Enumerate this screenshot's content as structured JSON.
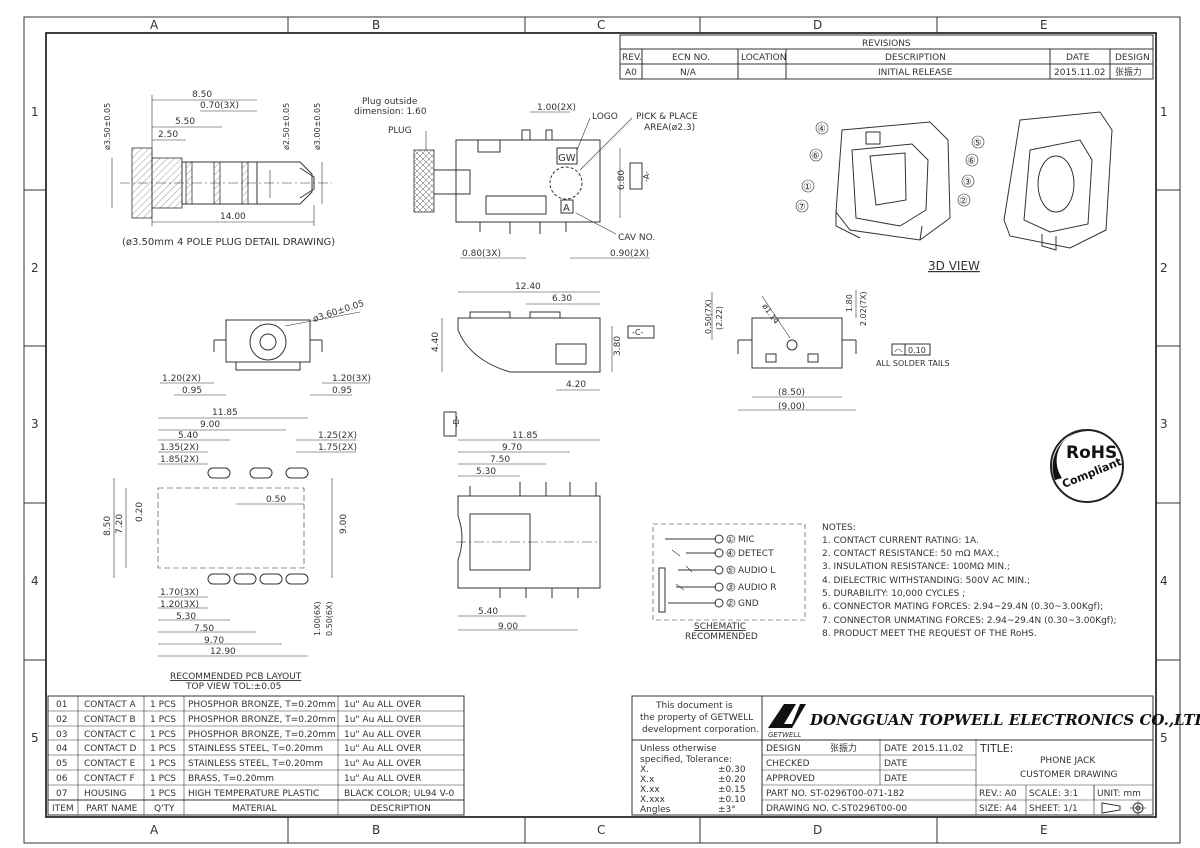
{
  "grid": {
    "columns": [
      "A",
      "B",
      "C",
      "D",
      "E"
    ],
    "rows": [
      "1",
      "2",
      "3",
      "4",
      "5"
    ]
  },
  "revisions": {
    "title": "REVISIONS",
    "headers": {
      "rev": "REV.",
      "ecn": "ECN NO.",
      "location": "LOCATION",
      "description": "DESCRIPTION",
      "date": "DATE",
      "design": "DESIGN"
    },
    "row": {
      "rev": "A0",
      "ecn": "N/A",
      "location": "",
      "description": "INITIAL RELEASE",
      "date": "2015.11.02",
      "design": "张振力"
    }
  },
  "plug_detail": {
    "dims": [
      "8.50",
      "0.70(3X)",
      "5.50",
      "2.50",
      "14.00",
      "ø3.50±0.05",
      "ø2.50±0.05",
      "ø3.00±0.05"
    ],
    "caption": "(ø3.50mm 4 POLE PLUG DETAIL DRAWING)"
  },
  "side_view": {
    "plug_outside": "Plug outside",
    "plug_dimension": "dimension: 1.60",
    "plug": "PLUG",
    "dim_1_00": "1.00(2X)",
    "logo": "LOGO",
    "pick_place_1": "PICK & PLACE",
    "pick_place_2": "AREA(ø2.3)",
    "logo_mark": "GW",
    "cav_mark": "A",
    "dim_6_80": "6.80",
    "datum_a": "-A-",
    "cav_no": "CAV NO.",
    "dim_0_80": "0.80(3X)",
    "dim_0_90": "0.90(2X)"
  },
  "view_3d": {
    "label": "3D VIEW",
    "callouts": [
      "④",
      "⑤",
      "⑥",
      "⑥",
      "③",
      "①",
      "②",
      "⑦"
    ]
  },
  "front_view": {
    "dim_3_60": "ø3.60±0.05",
    "dim_1_20a": "1.20(2X)",
    "dim_0_95a": "0.95",
    "dim_1_20b": "1.20(3X)",
    "dim_0_95b": "0.95"
  },
  "top_view": {
    "dim_12_40": "12.40",
    "dim_6_30": "6.30",
    "dim_4_40": "4.40",
    "dim_3_80": "3.80",
    "dim_4_20": "4.20",
    "datum_c": "-C-"
  },
  "end_view": {
    "dim_0_50": "0.50(7X)",
    "dim_2_22": "(2.22)",
    "dim_1_14": "ø1.14",
    "dim_1_80": "1.80",
    "dim_2_02": "2.02(7X)",
    "flatness": "0.10",
    "solder_tails": "ALL SOLDER TAILS",
    "dim_8_50": "(8.50)",
    "dim_9_00": "(9.00)"
  },
  "pcb_layout": {
    "dims": {
      "d11_85": "11.85",
      "d9_00": "9.00",
      "d5_40": "5.40",
      "d1_35": "1.35(2X)",
      "d1_85": "1.85(2X)",
      "d1_25": "1.25(2X)",
      "d1_75": "1.75(2X)",
      "d0_50": "0.50",
      "d8_50": "8.50",
      "d7_20": "7.20",
      "d0_20": "0.20",
      "d9_00v": "9.00",
      "d1_70": "1.70(3X)",
      "d1_20": "1.20(3X)",
      "d5_30": "5.30",
      "d7_50": "7.50",
      "d9_70": "9.70",
      "d12_90": "12.90",
      "d1_00": "1.00(6X)",
      "d0_50v": "0.50(6X)"
    },
    "caption": "RECOMMENDED PCB LAYOUT",
    "sub_caption": "TOP VIEW TOL:±0.05"
  },
  "bottom_view": {
    "datum_b": "-B-",
    "dims": {
      "d11_85": "11.85",
      "d9_70": "9.70",
      "d7_50": "7.50",
      "d5_30": "5.30",
      "d5_40": "5.40",
      "d9_00": "9.00"
    }
  },
  "schematic": {
    "pins": [
      {
        "num": "①",
        "label": "MIC"
      },
      {
        "num": "④",
        "label": "DETECT"
      },
      {
        "num": "⑤",
        "label": "AUDIO L"
      },
      {
        "num": "③",
        "label": "AUDIO R"
      },
      {
        "num": "②",
        "label": "GND"
      }
    ],
    "caption": "SCHEMATIC",
    "sub_caption": "RECOMMENDED"
  },
  "rohs": {
    "line1": "RoHS",
    "line2": "Compliant"
  },
  "notes": {
    "title": "NOTES:",
    "items": [
      "1. CONTACT CURRENT RATING: 1A.",
      "2. CONTACT RESISTANCE: 50 mΩ MAX.;",
      "3. INSULATION RESISTANCE: 100MΩ MIN.;",
      "4. DIELECTRIC WITHSTANDING: 500V AC MIN.;",
      "5. DURABILITY: 10,000 CYCLES ;",
      "6. CONNECTOR MATING FORCES: 2.94~29.4N (0.30~3.00Kgf);",
      "7. CONNECTOR UNMATING FORCES: 2.94~29.4N (0.30~3.00Kgf);",
      "8. PRODUCT MEET THE REQUEST OF THE RoHS."
    ]
  },
  "bom": {
    "headers": {
      "item": "ITEM",
      "part": "PART NAME",
      "qty": "Q'TY",
      "material": "MATERIAL",
      "description": "DESCRIPTION"
    },
    "rows": [
      {
        "item": "01",
        "part": "CONTACT A",
        "qty": "1 PCS",
        "material": "PHOSPHOR BRONZE, T=0.20mm",
        "description": "1u\" Au ALL OVER"
      },
      {
        "item": "02",
        "part": "CONTACT B",
        "qty": "1 PCS",
        "material": "PHOSPHOR BRONZE, T=0.20mm",
        "description": "1u\" Au ALL OVER"
      },
      {
        "item": "03",
        "part": "CONTACT C",
        "qty": "1 PCS",
        "material": "PHOSPHOR BRONZE, T=0.20mm",
        "description": "1u\" Au ALL OVER"
      },
      {
        "item": "04",
        "part": "CONTACT D",
        "qty": "1 PCS",
        "material": "STAINLESS STEEL, T=0.20mm",
        "description": "1u\" Au ALL OVER"
      },
      {
        "item": "05",
        "part": "CONTACT E",
        "qty": "1 PCS",
        "material": "STAINLESS STEEL, T=0.20mm",
        "description": "1u\" Au ALL OVER"
      },
      {
        "item": "06",
        "part": "CONTACT F",
        "qty": "1 PCS",
        "material": "BRASS, T=0.20mm",
        "description": "1u\" Au ALL OVER"
      },
      {
        "item": "07",
        "part": "HOUSING",
        "qty": "1 PCS",
        "material": "HIGH TEMPERATURE PLASTIC",
        "description": "BLACK COLOR; UL94 V-0"
      }
    ]
  },
  "title_block": {
    "ownership": [
      "This document is",
      "the property of GETWELL",
      "development corporation."
    ],
    "logo_text": "GETWELL",
    "company": "DONGGUAN TOPWELL ELECTRONICS CO.,LTD.",
    "tolerance": {
      "line1": "Unless otherwise",
      "line2": "specified, Tolerance:",
      "rows": [
        {
          "k": "X.",
          "v": "±0.30"
        },
        {
          "k": "X.x",
          "v": "±0.20"
        },
        {
          "k": "X.xx",
          "v": "±0.15"
        },
        {
          "k": "X.xxx",
          "v": "±0.10"
        },
        {
          "k": "Angles",
          "v": "±3°"
        }
      ]
    },
    "design_label": "DESIGN",
    "design_name": "张振力",
    "date_label": "DATE",
    "date_value": "2015.11.02",
    "checked_label": "CHECKED",
    "approved_label": "APPROVED",
    "title_label": "TITLE:",
    "title_line1": "PHONE JACK",
    "title_line2": "CUSTOMER DRAWING",
    "part_no": "PART NO. ST-0296T00-071-182",
    "drawing_no": "DRAWING NO. C-ST0296T00-00",
    "rev": "REV.: A0",
    "scale": "SCALE: 3:1",
    "unit": "UNIT: mm",
    "size": "SIZE: A4",
    "sheet": "SHEET: 1/1"
  }
}
